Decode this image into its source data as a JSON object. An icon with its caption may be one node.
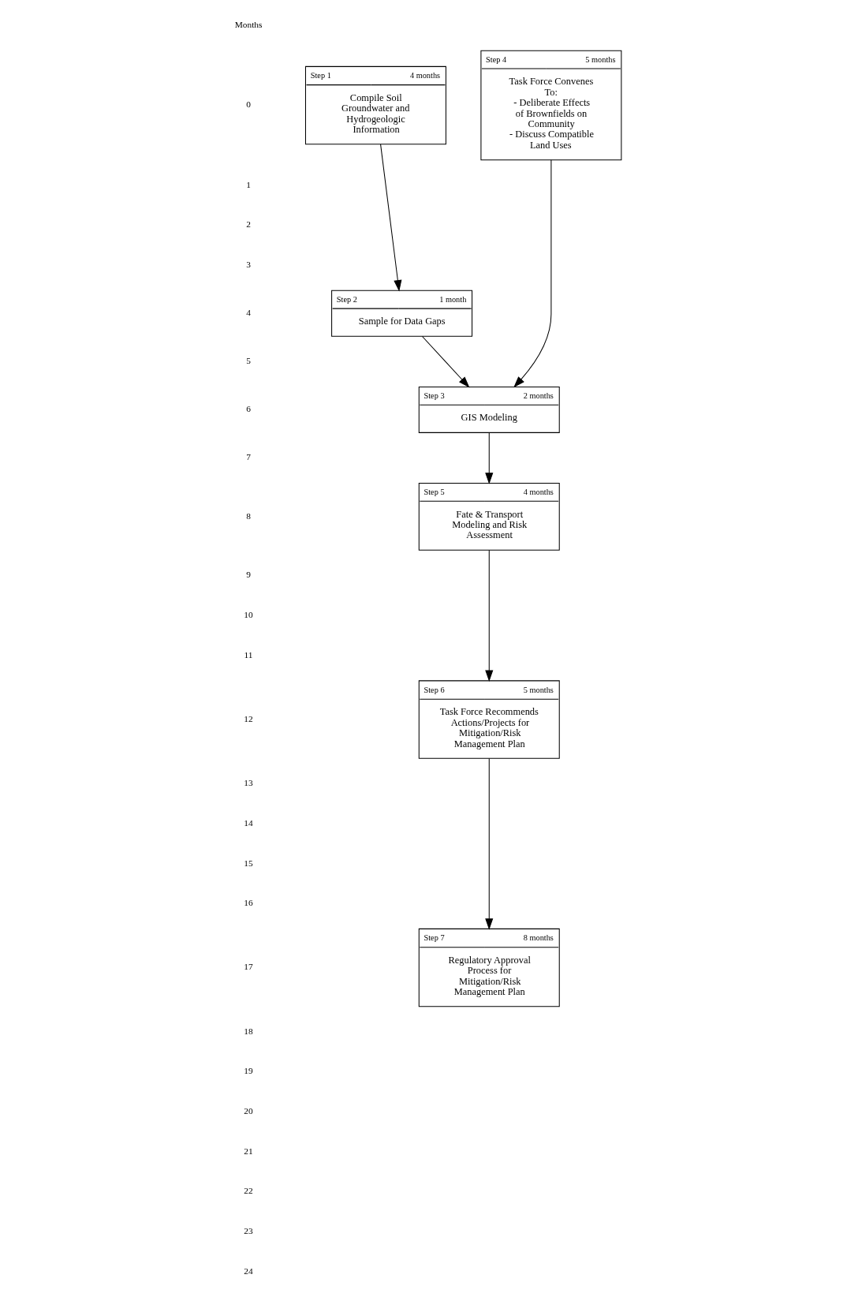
{
  "diagram": {
    "nodes": [
      {
        "text": [
          "Step 1",
          "4 months",
          "Compile Soil Groundwater and Hydrogeologic Information"
        ]
      },
      {
        "text": [
          "Step 2",
          "1 month",
          "Sample for Data Gaps"
        ]
      },
      {
        "text": [
          "Step 3",
          "2 months",
          "GIS Modeling"
        ]
      },
      {
        "text": [
          "Step 4",
          "5 months",
          "Task Force Convenes To: - Deliberate Effects of Brownfields on Community - Discuss Compatible Land Uses"
        ]
      },
      {
        "text": [
          "Step 5",
          "4 months",
          "Fate & Transport Modeling and Risk Assessment"
        ]
      },
      {
        "text": [
          "Step 6",
          "5 months",
          "Task Force Recommends Actions/Projects for Mitigation/Risk Management Plan"
        ]
      },
      {
        "text": [
          "Step 7",
          "8 months",
          "Regulatory Approval Process for Mitigation/Risk Management Plan"
        ]
      }
    ],
    "edges": [
      {
        "from": 0,
        "to": 1,
        "arrow": "to"
      },
      {
        "from": 1,
        "to": 2,
        "arrow": "to"
      },
      {
        "from": 3,
        "to": 2,
        "arrow": "to"
      },
      {
        "from": 2,
        "to": 4,
        "arrow": "to"
      },
      {
        "from": 4,
        "to": 5,
        "arrow": "to"
      },
      {
        "from": 5,
        "to": 6,
        "arrow": "to"
      }
    ],
    "labels": [
      "Months",
      "0",
      "1",
      "2",
      "3",
      "4",
      "5",
      "6",
      "7",
      "8",
      "9",
      "10",
      "11",
      "12",
      "13",
      "14",
      "15",
      "16",
      "17",
      "18",
      "19",
      "20",
      "21",
      "22",
      "23",
      "24"
    ]
  }
}
